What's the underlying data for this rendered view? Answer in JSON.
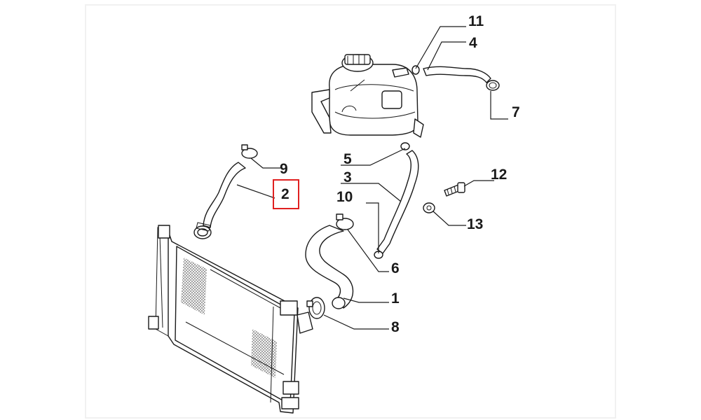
{
  "colors": {
    "background": "#ffffff",
    "frame": "#f1f1f1",
    "ink": "#1a1a1a",
    "highlight": "#e02020"
  },
  "callouts": {
    "c1": "1",
    "c2": "2",
    "c3": "3",
    "c4": "4",
    "c5": "5",
    "c6": "6",
    "c7": "7",
    "c8": "8",
    "c9": "9",
    "c10": "10",
    "c11": "11",
    "c12": "12",
    "c13": "13"
  },
  "highlighted_callout": "2"
}
